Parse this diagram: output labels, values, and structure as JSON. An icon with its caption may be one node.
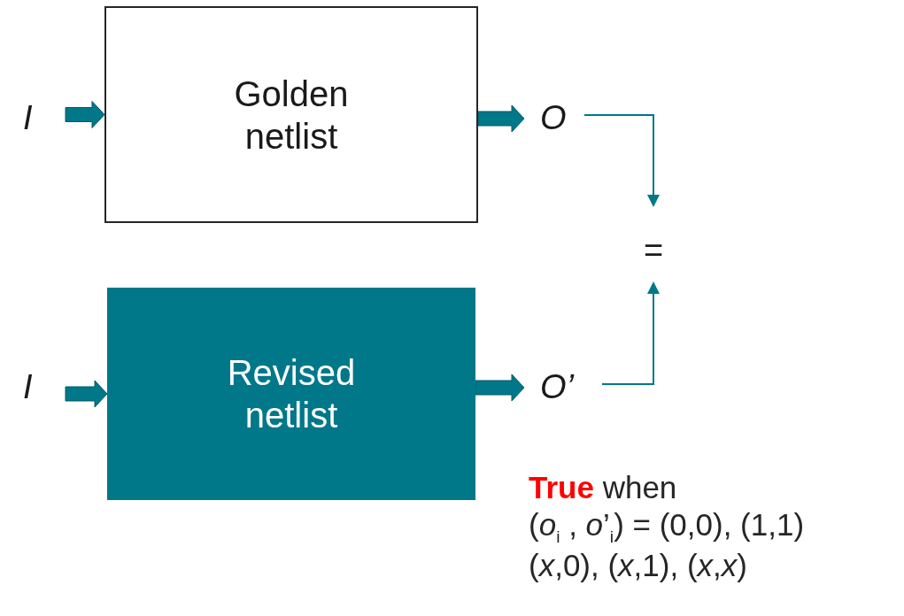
{
  "diagram": {
    "nodes": [
      {
        "text": [
          "I"
        ]
      },
      {
        "text": [
          "Golden netlist"
        ]
      },
      {
        "text": [
          "O"
        ]
      },
      {
        "text": [
          "I"
        ]
      },
      {
        "text": [
          "Revised netlist"
        ]
      },
      {
        "text": [
          "O’"
        ]
      },
      {
        "text": [
          "="
        ]
      }
    ],
    "edges": [
      {
        "from": 0,
        "to": 1,
        "arrow": "to"
      },
      {
        "from": 1,
        "to": 2,
        "arrow": "to"
      },
      {
        "from": 3,
        "to": 4,
        "arrow": "to"
      },
      {
        "from": 4,
        "to": 5,
        "arrow": "to"
      },
      {
        "from": 2,
        "to": 6,
        "arrow": "to"
      },
      {
        "from": 5,
        "to": 6,
        "arrow": "to"
      }
    ],
    "labels": [
      "**True** when",
      "(*o*$_{i}$ , *o*’$_{i}$) = (0,0), (1,1)",
      "(*x*,0), (*x*,1), (*x*,*x*)"
    ]
  }
}
